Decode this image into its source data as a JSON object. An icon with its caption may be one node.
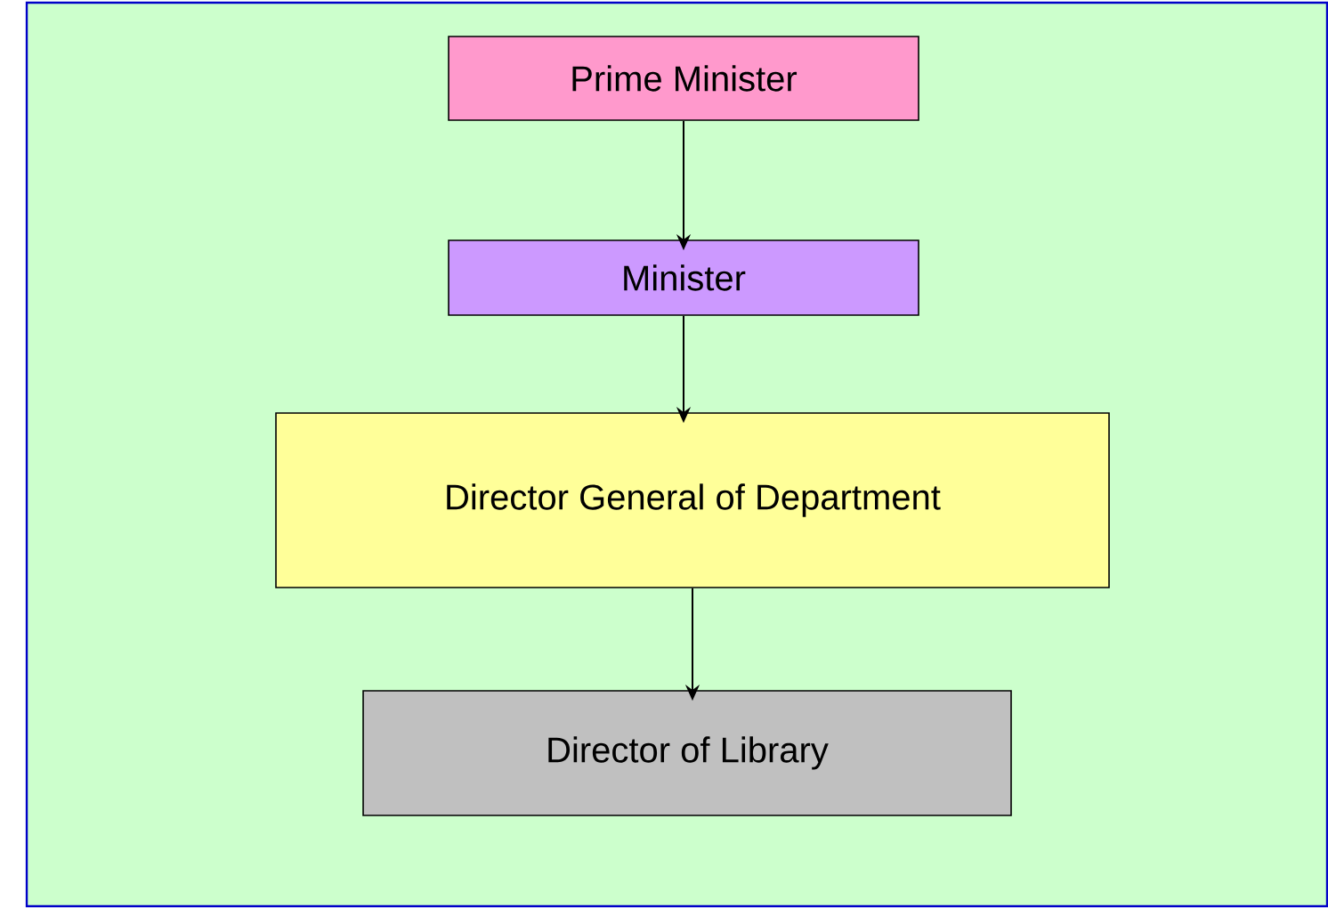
{
  "diagram": {
    "nodes": [
      {
        "text": [
          "Prime Minister"
        ]
      },
      {
        "text": [
          "Minister"
        ]
      },
      {
        "text": [
          "Director General of Department"
        ]
      },
      {
        "text": [
          "Director of Library"
        ]
      }
    ],
    "edges": [
      {
        "from": 0,
        "to": 1,
        "arrow": "to"
      },
      {
        "from": 1,
        "to": 2,
        "arrow": "to"
      },
      {
        "from": 2,
        "to": 3,
        "arrow": "to"
      }
    ]
  }
}
